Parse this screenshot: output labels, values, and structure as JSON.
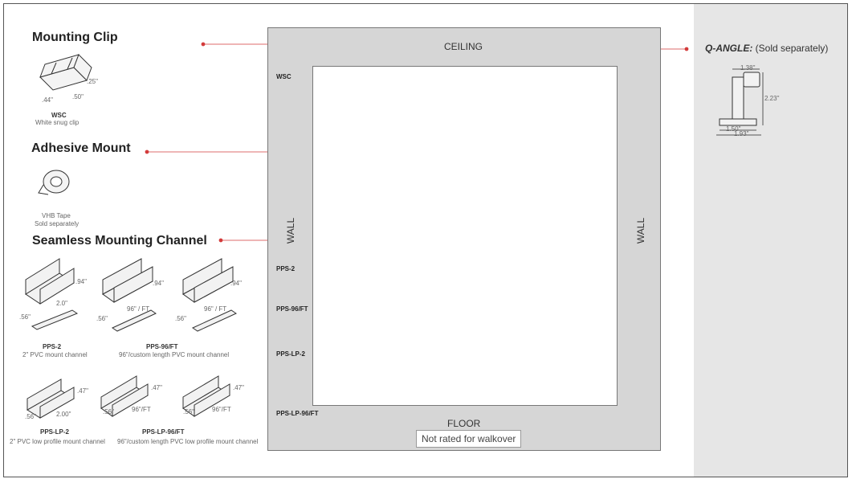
{
  "left": {
    "mounting_clip": {
      "title": "Mounting Clip",
      "code": "WSC",
      "caption": "White snug clip",
      "dim_a": ".25\"",
      "dim_b": ".50\"",
      "dim_c": ".44\""
    },
    "adhesive_mount": {
      "title": "Adhesive Mount",
      "caption1": "VHB Tape",
      "caption2": "Sold separately"
    },
    "seamless": {
      "title": "Seamless Mounting Channel",
      "items": [
        {
          "code": "PPS-2",
          "caption": "2\" PVC mount channel",
          "h": ".94\"",
          "w": "2.0\"",
          "d": ".56\""
        },
        {
          "code": "PPS-96/FT",
          "caption": "96\"/custom length PVC mount channel",
          "h": ".94\"",
          "w": "96\" / FT",
          "d": ".56\""
        },
        {
          "code": "",
          "caption": "",
          "h": ".94\"",
          "w": "96\" / FT",
          "d": ".56\""
        },
        {
          "code": "PPS-LP-2",
          "caption": "2\" PVC low profile mount channel",
          "h": ".47\"",
          "w": "2.00\"",
          "d": ".56\""
        },
        {
          "code": "PPS-LP-96/FT",
          "caption": "96\"/custom length PVC low profile mount channel",
          "h": ".47\"",
          "w": "96\"/FT",
          "d": ".56\""
        },
        {
          "code": "",
          "caption": "",
          "h": ".47\"",
          "w": "96\"/FT",
          "d": ".56\""
        }
      ]
    }
  },
  "room": {
    "ceiling": "CEILING",
    "floor": "FLOOR",
    "left_wall": "WALL",
    "right_wall": "WALL",
    "note": "Not rated for walkover",
    "labels": {
      "wsc": "WSC",
      "pps2": "PPS-2",
      "pps96": "PPS-96/FT",
      "ppslp2": "PPS-LP-2",
      "ppslp96": "PPS-LP-96/FT"
    }
  },
  "qangle": {
    "title": "Q-ANGLE:",
    "subtitle": "(Sold separately)",
    "dim_top": "1.38\"",
    "dim_height": "2.23\"",
    "dim_base1": "1.50\"",
    "dim_base2": "1.93\""
  },
  "colors": {
    "leader": "#d33b3b",
    "structure": "#d6d6d6",
    "side_panel": "#e6e6e6"
  }
}
